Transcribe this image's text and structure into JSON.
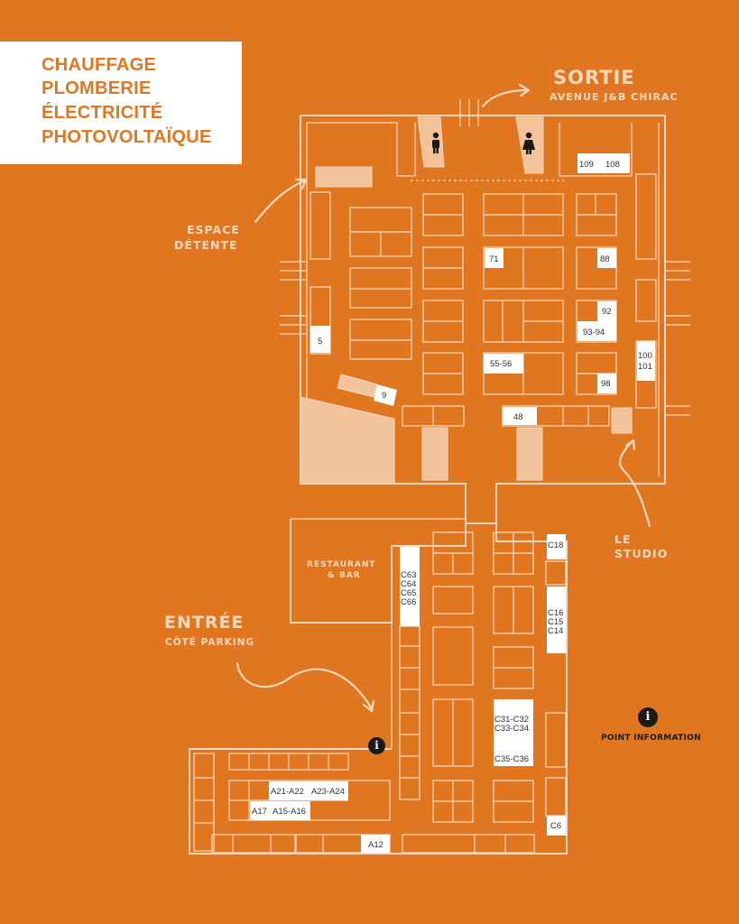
{
  "header": {
    "lines": [
      "CHAUFFAGE",
      "PLOMBERIE",
      "ÉLECTRICITÉ",
      "PHOTOVOLTAÏQUE"
    ]
  },
  "labels": {
    "sortie": "SORTIE",
    "sortie_sub": "AVENUE J&B CHIRAC",
    "espace_1": "ESPACE",
    "espace_2": "DÉTENTE",
    "studio_1": "LE",
    "studio_2": "STUDIO",
    "entree": "ENTRÉE",
    "entree_sub": "CÔTÉ PARKING",
    "restaurant_1": "RESTAURANT",
    "restaurant_2": "& BAR",
    "point_info": "POINT INFORMATION",
    "info_glyph": "i"
  },
  "stands": {
    "s109": "109",
    "s108": "108",
    "s71": "71",
    "s88": "88",
    "s92": "92",
    "s9394": "93-94",
    "s5": "5",
    "s5556": "55-56",
    "s100": "100",
    "s101": "101",
    "s98": "98",
    "s9": "9",
    "s48": "48",
    "c18": "C18",
    "c63": "C63",
    "c64": "C64",
    "c65": "C65",
    "c66": "C66",
    "c16": "C16",
    "c15": "C15",
    "c14": "C14",
    "c3132": "C31-C32",
    "c3334": "C33-C34",
    "c3536": "C35-C36",
    "a2122": "A21-A22",
    "a2324": "A23-A24",
    "a17": "A17",
    "a1516": "A15-A16",
    "c6": "C6",
    "a12": "A12"
  },
  "colors": {
    "background": "#E0761F",
    "line": "#FAD9BF",
    "fill_zone": "#F2C29A",
    "stand_highlight": "#FFFFFF",
    "icon": "#1A1A1A"
  },
  "icons": [
    "man-toilet-icon",
    "woman-toilet-icon",
    "info-icon",
    "arrow-icon"
  ]
}
